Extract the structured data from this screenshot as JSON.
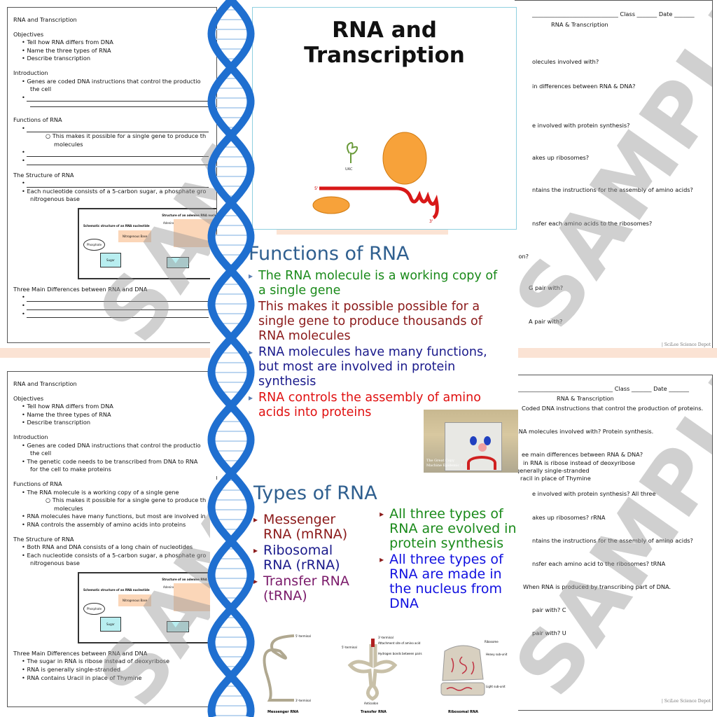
{
  "worksheet_top": {
    "lines": [
      {
        "t": "h",
        "v": "RNA and Transcription"
      },
      {
        "t": "h",
        "v": "Objectives"
      },
      {
        "t": "b",
        "v": "Tell how RNA differs from DNA"
      },
      {
        "t": "b",
        "v": "Name the three types of RNA"
      },
      {
        "t": "b",
        "v": "Describe transcription"
      },
      {
        "t": "h",
        "v": "Introduction"
      },
      {
        "t": "b",
        "v": "Genes are coded DNA instructions that control the productio"
      },
      {
        "t": "c",
        "v": "the cell"
      },
      {
        "t": "blank"
      },
      {
        "t": "cblank"
      },
      {
        "t": "h",
        "v": "Functions of RNA"
      },
      {
        "t": "blank"
      },
      {
        "t": "s",
        "v": "This makes it possible for a single gene to produce th"
      },
      {
        "t": "sc",
        "v": "molecules"
      },
      {
        "t": "blank"
      },
      {
        "t": "blank"
      },
      {
        "t": "h",
        "v": "The Structure of RNA"
      },
      {
        "t": "blank"
      },
      {
        "t": "b",
        "v": "Each nucleotide consists of a 5-carbon sugar, a phosphate gro"
      },
      {
        "t": "c",
        "v": "nitrogenous base"
      },
      {
        "t": "diagram"
      },
      {
        "t": "h",
        "v": "Three Main Differences between RNA and DNA"
      },
      {
        "t": "blank"
      },
      {
        "t": "blank"
      },
      {
        "t": "blank"
      }
    ]
  },
  "worksheet_bottom": {
    "lines": [
      {
        "t": "h",
        "v": "RNA and Transcription"
      },
      {
        "t": "h",
        "v": "Objectives"
      },
      {
        "t": "b",
        "v": "Tell how RNA differs from DNA"
      },
      {
        "t": "b",
        "v": "Name the three types of RNA"
      },
      {
        "t": "b",
        "v": "Describe transcription"
      },
      {
        "t": "h",
        "v": "Introduction"
      },
      {
        "t": "b",
        "v": "Genes are coded DNA instructions that control the productio"
      },
      {
        "t": "c",
        "v": "the cell"
      },
      {
        "t": "b",
        "v": "The genetic code needs to be transcribed from DNA to RNA"
      },
      {
        "t": "c",
        "v": "for the cell to make proteins"
      },
      {
        "t": "h",
        "v": "Functions of RNA"
      },
      {
        "t": "b",
        "v": "The RNA molecule is a working copy of a single gene"
      },
      {
        "t": "s",
        "v": "This makes it possible for a single gene to produce th"
      },
      {
        "t": "sc",
        "v": "molecules"
      },
      {
        "t": "b",
        "v": "RNA molecules have many functions, but most are involved in"
      },
      {
        "t": "b",
        "v": "RNA controls the assembly of amino acids into proteins"
      },
      {
        "t": "h",
        "v": "The Structure of RNA"
      },
      {
        "t": "b",
        "v": "Both RNA and DNA consists of a long chain of nucleotides"
      },
      {
        "t": "b",
        "v": "Each nucleotide consists of a 5-carbon sugar, a phosphate gro"
      },
      {
        "t": "c",
        "v": "nitrogenous base"
      },
      {
        "t": "diagram"
      },
      {
        "t": "h",
        "v": "Three Main Differences between RNA and DNA"
      },
      {
        "t": "b",
        "v": "The sugar in RNA is ribose instead of deoxyribose"
      },
      {
        "t": "b",
        "v": "RNA is generally single-stranded"
      },
      {
        "t": "b",
        "v": "RNA contains Uracil in place of Thymine"
      }
    ]
  },
  "diagram": {
    "title": "Structure of an adenine RNA nucleotide",
    "schematic": "Schematic structure of an RNA nucleotide",
    "phosphate": "Phosphate",
    "base": "Nitrogenous Base",
    "sugar": "Sugar",
    "adenine": "Adenine"
  },
  "watermark": "SAMPLE",
  "answer_top": {
    "header": "______________________________ Class _______ Date _______",
    "title": "RNA & Transcription",
    "questions": [
      "olecules involved with?",
      "in differences between RNA & DNA?",
      "e involved with protein synthesis?",
      "akes up ribosomes?",
      "ntains the instructions for the assembly of amino acids?",
      "nsfer each amino acids to the ribosomes?",
      "tion?",
      "G pair with?",
      "A pair with?"
    ],
    "footer": "| SciLee Science Depot"
  },
  "answer_bottom": {
    "header": "_________________________________ Class _______ Date _______",
    "title": "RNA & Transcription",
    "lines": [
      "Coded DNA instructions that control the production of proteins.",
      "RNA molecules involved with? Protein synthesis.",
      "ee main differences between RNA & DNA?",
      "in RNA is ribose instead of deoxyribose",
      "generally single-stranded",
      "racil in place of Thymine",
      "e involved with protein synthesis? All three",
      "akes up ribosomes? rRNA",
      "ntains the instructions for the assembly of amino acids?",
      "nsfer each amino acid to the ribosomes? tRNA",
      "When RNA is produced by transcribing part of DNA.",
      "pair with? C",
      "pair with? U"
    ],
    "footer": "| SciLee Science Depot"
  },
  "title_slide": {
    "title_line1": "RNA and",
    "title_line2": "Transcription",
    "strand_5": "5'",
    "strand_3": "3'",
    "anticodon": "UAC"
  },
  "functions_slide": {
    "title": "Functions of RNA",
    "bullets": [
      {
        "text": "The RNA molecule is a working copy of a single gene",
        "color": "#1a8a1a"
      },
      {
        "text": "This makes it possible possible for a single gene to produce thousands of RNA molecules",
        "color": "#8b1a1a"
      },
      {
        "text": "RNA molecules have many functions, but most are involved in protein synthesis",
        "color": "#1a1a8b"
      },
      {
        "text": "RNA controls the assembly of amino acids into proteins",
        "color": "#e01010"
      }
    ],
    "photo_caption": "The Great Copy Machine Epidemic ?"
  },
  "types_slide": {
    "title": "Types of RNA",
    "left": [
      {
        "text": "Messenger RNA (mRNA)",
        "color": "#8b1a1a"
      },
      {
        "text": "Ribosomal RNA (rRNA)",
        "color": "#1a1a8b"
      },
      {
        "text": "Transfer RNA (tRNA)",
        "color": "#7a1a6a"
      }
    ],
    "right": [
      {
        "text": "All three types of RNA are evolved in protein synthesis",
        "color": "#1a8a1a"
      },
      {
        "text": "All three types of RNA are made in the nucleus from DNA",
        "color": "#1010e0"
      }
    ],
    "figures": {
      "mrna": "Messenger RNA",
      "trna": "Transfer RNA",
      "rrna": "Ribosomal RNA",
      "five_term": "5'-terminal",
      "three_term": "3'-terminal",
      "attach": "Attachment site of amino acid",
      "hbonds": "Hydrogen bonds between pairs",
      "anticodon": "Anticodon",
      "ribosome": "Ribosome",
      "heavy": "Heavy sub-unit",
      "light": "Light sub-unit"
    }
  },
  "colors": {
    "dna_blue": "#1f6fd0",
    "peach": "#fbe3d4",
    "slide_border": "#8fd0e0",
    "title_blue": "#2f5f8f"
  }
}
